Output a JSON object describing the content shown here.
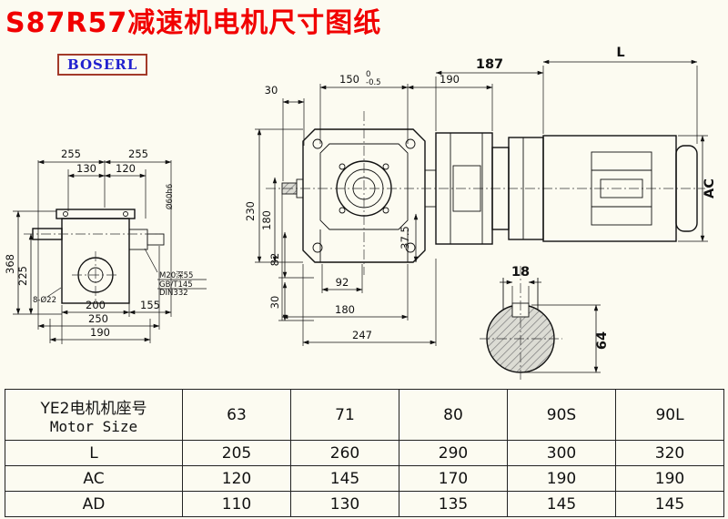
{
  "title": "S87R57减速机电机尺寸图纸",
  "logo": "BOSERL",
  "drawing": {
    "left_view": {
      "top_width_left": "255",
      "top_width_right": "255",
      "top_inner_left": "130",
      "top_inner_right": "120",
      "height_total": "368",
      "height_inner": "225",
      "bottom_1": "200",
      "bottom_2": "155",
      "bottom_3": "250",
      "bottom_4": "190",
      "holes": "8-Ø22",
      "tap_note_1": "M20深55",
      "tap_note_2": "GB/T145",
      "tap_note_3": "DIN332",
      "shaft_dia": "Ø60h6"
    },
    "front_view": {
      "top_width": "150",
      "top_tol_high": "0",
      "top_tol_low": "-0.5",
      "top_right": "190",
      "top_left_offset": "30",
      "height_total": "230",
      "height_center": "180",
      "height_low": "82",
      "height_foot": "30",
      "right_offset": "37.5",
      "bottom_inner": "92",
      "bottom_mid": "180",
      "bottom_total": "247"
    },
    "motor_view": {
      "adapter_len": "187",
      "motor_len": "L",
      "motor_dia": "AC"
    },
    "shaft_view": {
      "key_width": "18",
      "shaft_dia": "64"
    }
  },
  "table": {
    "header": {
      "cn": "YE2电机机座号",
      "en": "Motor Size",
      "sizes": [
        "63",
        "71",
        "80",
        "90S",
        "90L"
      ]
    },
    "rows": [
      {
        "label": "L",
        "values": [
          "205",
          "260",
          "290",
          "300",
          "320"
        ]
      },
      {
        "label": "AC",
        "values": [
          "120",
          "145",
          "170",
          "190",
          "190"
        ]
      },
      {
        "label": "AD",
        "values": [
          "110",
          "130",
          "135",
          "145",
          "145"
        ]
      }
    ]
  }
}
